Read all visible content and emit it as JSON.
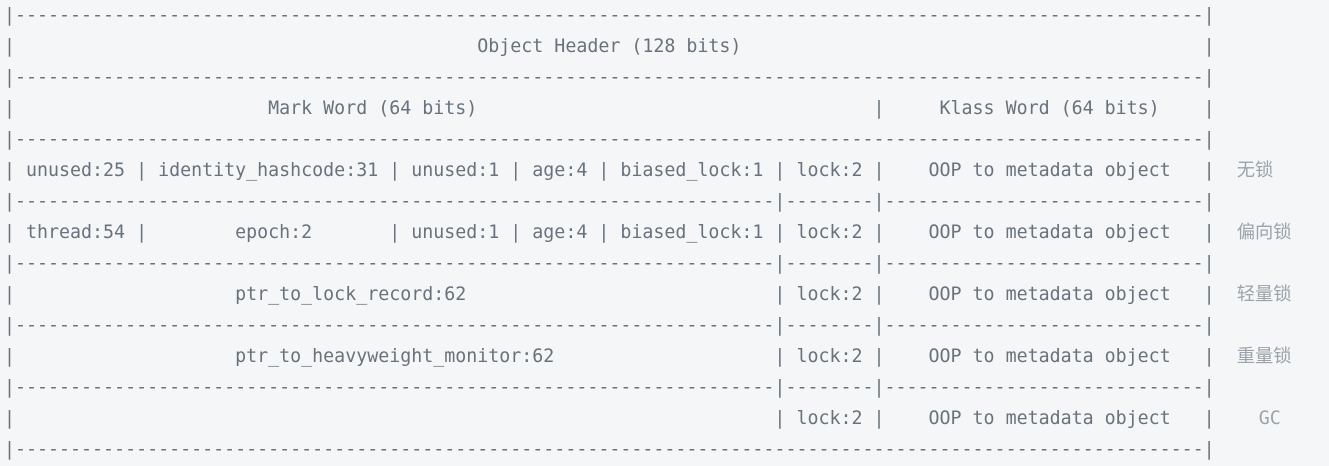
{
  "colors": {
    "background": "#f5f6f7",
    "text": "#68727c",
    "lock_state_label": "#9ba4ac"
  },
  "diagram": {
    "kind": "ascii-table",
    "title": "Object Header (128 bits)",
    "lines": [
      {
        "body": "|------------------------------------------------------------------------------------------------------------|",
        "label": ""
      },
      {
        "body": "|                                          Object Header (128 bits)                                          |",
        "label": ""
      },
      {
        "body": "|------------------------------------------------------------------------------------------------------------|",
        "label": ""
      },
      {
        "body": "|                       Mark Word (64 bits)                                    |     Klass Word (64 bits)    |",
        "label": ""
      },
      {
        "body": "|------------------------------------------------------------------------------------------------------------|",
        "label": ""
      },
      {
        "body": "| unused:25 | identity_hashcode:31 | unused:1 | age:4 | biased_lock:1 | lock:2 |    OOP to metadata object   |",
        "label": "  无锁"
      },
      {
        "body": "|---------------------------------------------------------------------|--------|-----------------------------|",
        "label": ""
      },
      {
        "body": "| thread:54 |        epoch:2       | unused:1 | age:4 | biased_lock:1 | lock:2 |    OOP to metadata object   |",
        "label": "  偏向锁"
      },
      {
        "body": "|---------------------------------------------------------------------|--------|-----------------------------|",
        "label": ""
      },
      {
        "body": "|                    ptr_to_lock_record:62                            | lock:2 |    OOP to metadata object   |",
        "label": "  轻量锁"
      },
      {
        "body": "|---------------------------------------------------------------------|--------|-----------------------------|",
        "label": ""
      },
      {
        "body": "|                    ptr_to_heavyweight_monitor:62                    | lock:2 |    OOP to metadata object   |",
        "label": "  重量锁"
      },
      {
        "body": "|---------------------------------------------------------------------|--------|-----------------------------|",
        "label": ""
      },
      {
        "body": "|                                                                     | lock:2 |    OOP to metadata object   |",
        "label": "    GC"
      },
      {
        "body": "|------------------------------------------------------------------------------------------------------------|",
        "label": ""
      }
    ]
  }
}
